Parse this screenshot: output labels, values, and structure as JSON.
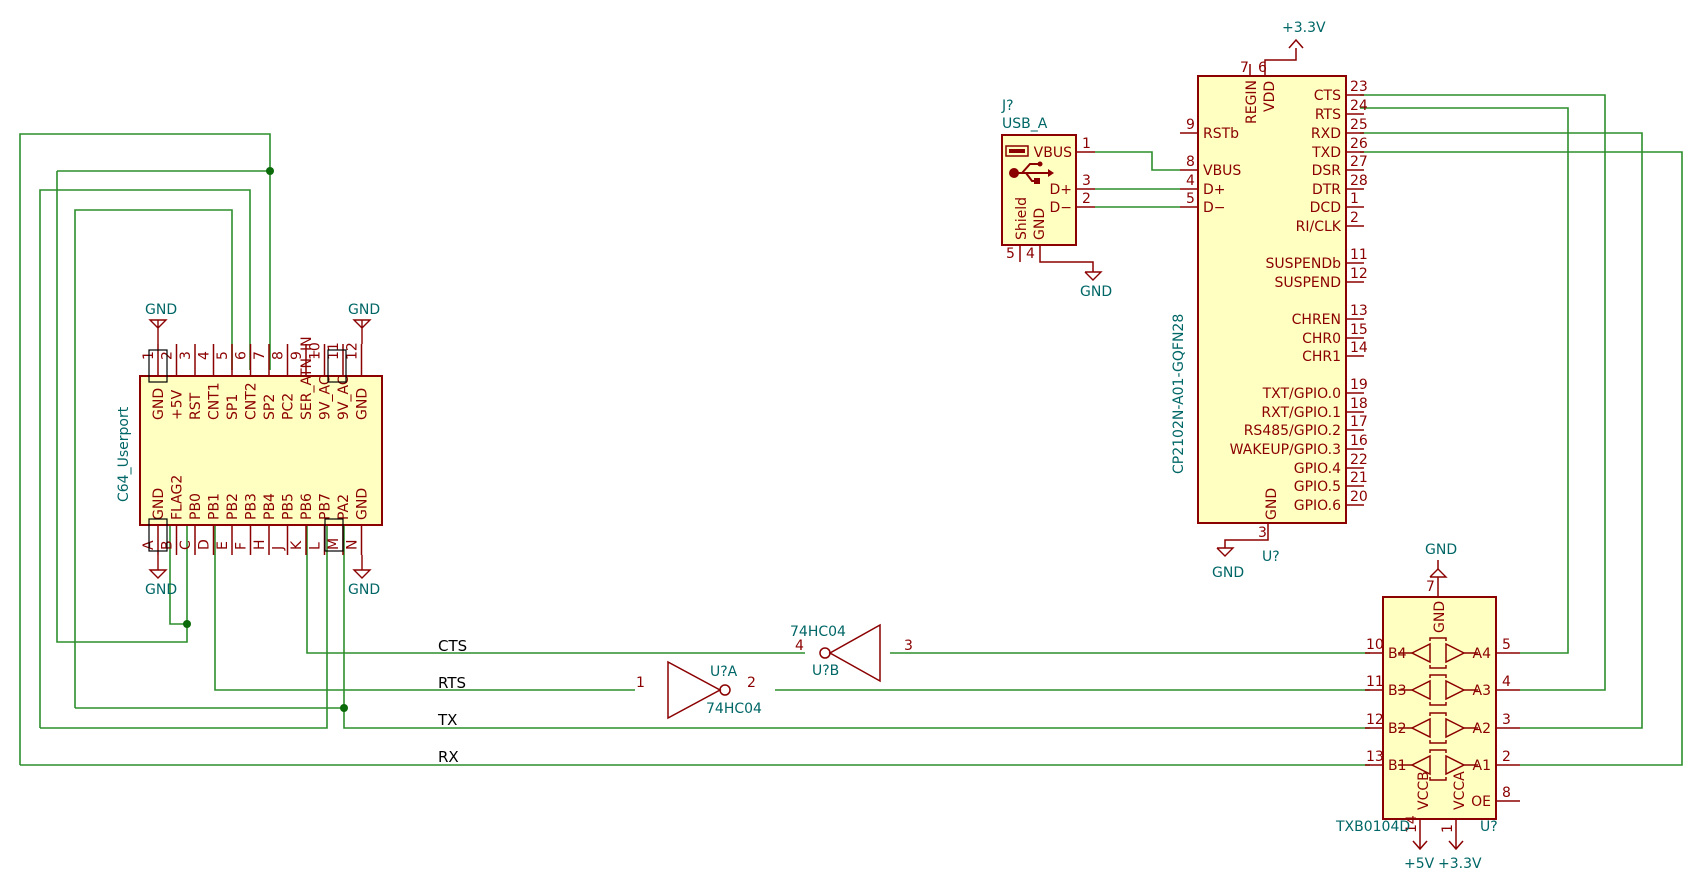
{
  "userport": {
    "name": "C64_Userport",
    "top_pin_nums": [
      "1",
      "2",
      "3",
      "4",
      "5",
      "6",
      "7",
      "8",
      "9",
      "10",
      "11",
      "12"
    ],
    "top_pin_names": [
      "GND",
      "+5V",
      "RST",
      "CNT1",
      "SP1",
      "CNT2",
      "SP2",
      "PC2",
      "SER_ATN_IN",
      "9V_AC",
      "9V_AC",
      "GND"
    ],
    "bottom_pin_nums": [
      "A",
      "B",
      "C",
      "D",
      "E",
      "F",
      "H",
      "J",
      "K",
      "L",
      "M",
      "N"
    ],
    "bottom_pin_names": [
      "GND",
      "FLAG2",
      "PB0",
      "PB1",
      "PB2",
      "PB3",
      "PB4",
      "PB5",
      "PB6",
      "PB7",
      "PA2",
      "GND"
    ],
    "gnd": "GND"
  },
  "usb": {
    "ref": "J?",
    "value": "USB_A",
    "pins": [
      {
        "name": "VBUS",
        "num": "1"
      },
      {
        "name": "D+",
        "num": "3"
      },
      {
        "name": "D−",
        "num": "2"
      }
    ],
    "shield": "Shield",
    "gnd_label": "GND",
    "bottom_nums": [
      "5",
      "4"
    ],
    "gnd": "GND"
  },
  "cp2102": {
    "value": "CP2102N-A01-GQFN28",
    "ref": "U?",
    "top_pins": [
      {
        "name": "REGIN",
        "num": "7"
      },
      {
        "name": "VDD",
        "num": "6"
      }
    ],
    "supply": "+3.3V",
    "left_pins": [
      {
        "name": "RSTb",
        "num": "9"
      },
      {
        "name": "VBUS",
        "num": "8"
      },
      {
        "name": "D+",
        "num": "4"
      },
      {
        "name": "D−",
        "num": "5"
      }
    ],
    "right_pins": [
      {
        "name": "CTS",
        "num": "23"
      },
      {
        "name": "RTS",
        "num": "24"
      },
      {
        "name": "RXD",
        "num": "25"
      },
      {
        "name": "TXD",
        "num": "26"
      },
      {
        "name": "DSR",
        "num": "27"
      },
      {
        "name": "DTR",
        "num": "28"
      },
      {
        "name": "DCD",
        "num": "1"
      },
      {
        "name": "RI/CLK",
        "num": "2"
      },
      {
        "name": "SUSPENDb",
        "num": "11"
      },
      {
        "name": "SUSPEND",
        "num": "12"
      },
      {
        "name": "CHREN",
        "num": "13"
      },
      {
        "name": "CHR0",
        "num": "15"
      },
      {
        "name": "CHR1",
        "num": "14"
      },
      {
        "name": "TXT/GPIO.0",
        "num": "19"
      },
      {
        "name": "RXT/GPIO.1",
        "num": "18"
      },
      {
        "name": "RS485/GPIO.2",
        "num": "17"
      },
      {
        "name": "WAKEUP/GPIO.3",
        "num": "16"
      },
      {
        "name": "GPIO.4",
        "num": "22"
      },
      {
        "name": "GPIO.5",
        "num": "21"
      },
      {
        "name": "GPIO.6",
        "num": "20"
      }
    ],
    "gnd_pin": {
      "name": "GND",
      "num": "3"
    },
    "gnd": "GND"
  },
  "txb": {
    "value": "TXB0104D",
    "ref": "U?",
    "gnd_pin": {
      "name": "GND",
      "num": "7"
    },
    "gnd": "GND",
    "left_pins": [
      {
        "name": "B4",
        "num": "10"
      },
      {
        "name": "B3",
        "num": "11"
      },
      {
        "name": "B2",
        "num": "12"
      },
      {
        "name": "B1",
        "num": "13"
      }
    ],
    "right_pins": [
      {
        "name": "A4",
        "num": "5"
      },
      {
        "name": "A3",
        "num": "4"
      },
      {
        "name": "A2",
        "num": "3"
      },
      {
        "name": "A1",
        "num": "2"
      },
      {
        "name": "OE",
        "num": "8"
      }
    ],
    "vccb": {
      "name": "VCCB",
      "num": "14"
    },
    "vcca": {
      "name": "VCCA",
      "num": "1"
    },
    "supply_5v": "+5V",
    "supply_33": "+3.3V"
  },
  "inv_a": {
    "ref": "U?A",
    "value": "74HC04",
    "in_num": "1",
    "out_num": "2"
  },
  "inv_b": {
    "ref": "U?B",
    "value": "74HC04",
    "in_num": "3",
    "out_num": "4"
  },
  "nets": {
    "cts": "CTS",
    "rts": "RTS",
    "tx": "TX",
    "rx": "RX"
  }
}
